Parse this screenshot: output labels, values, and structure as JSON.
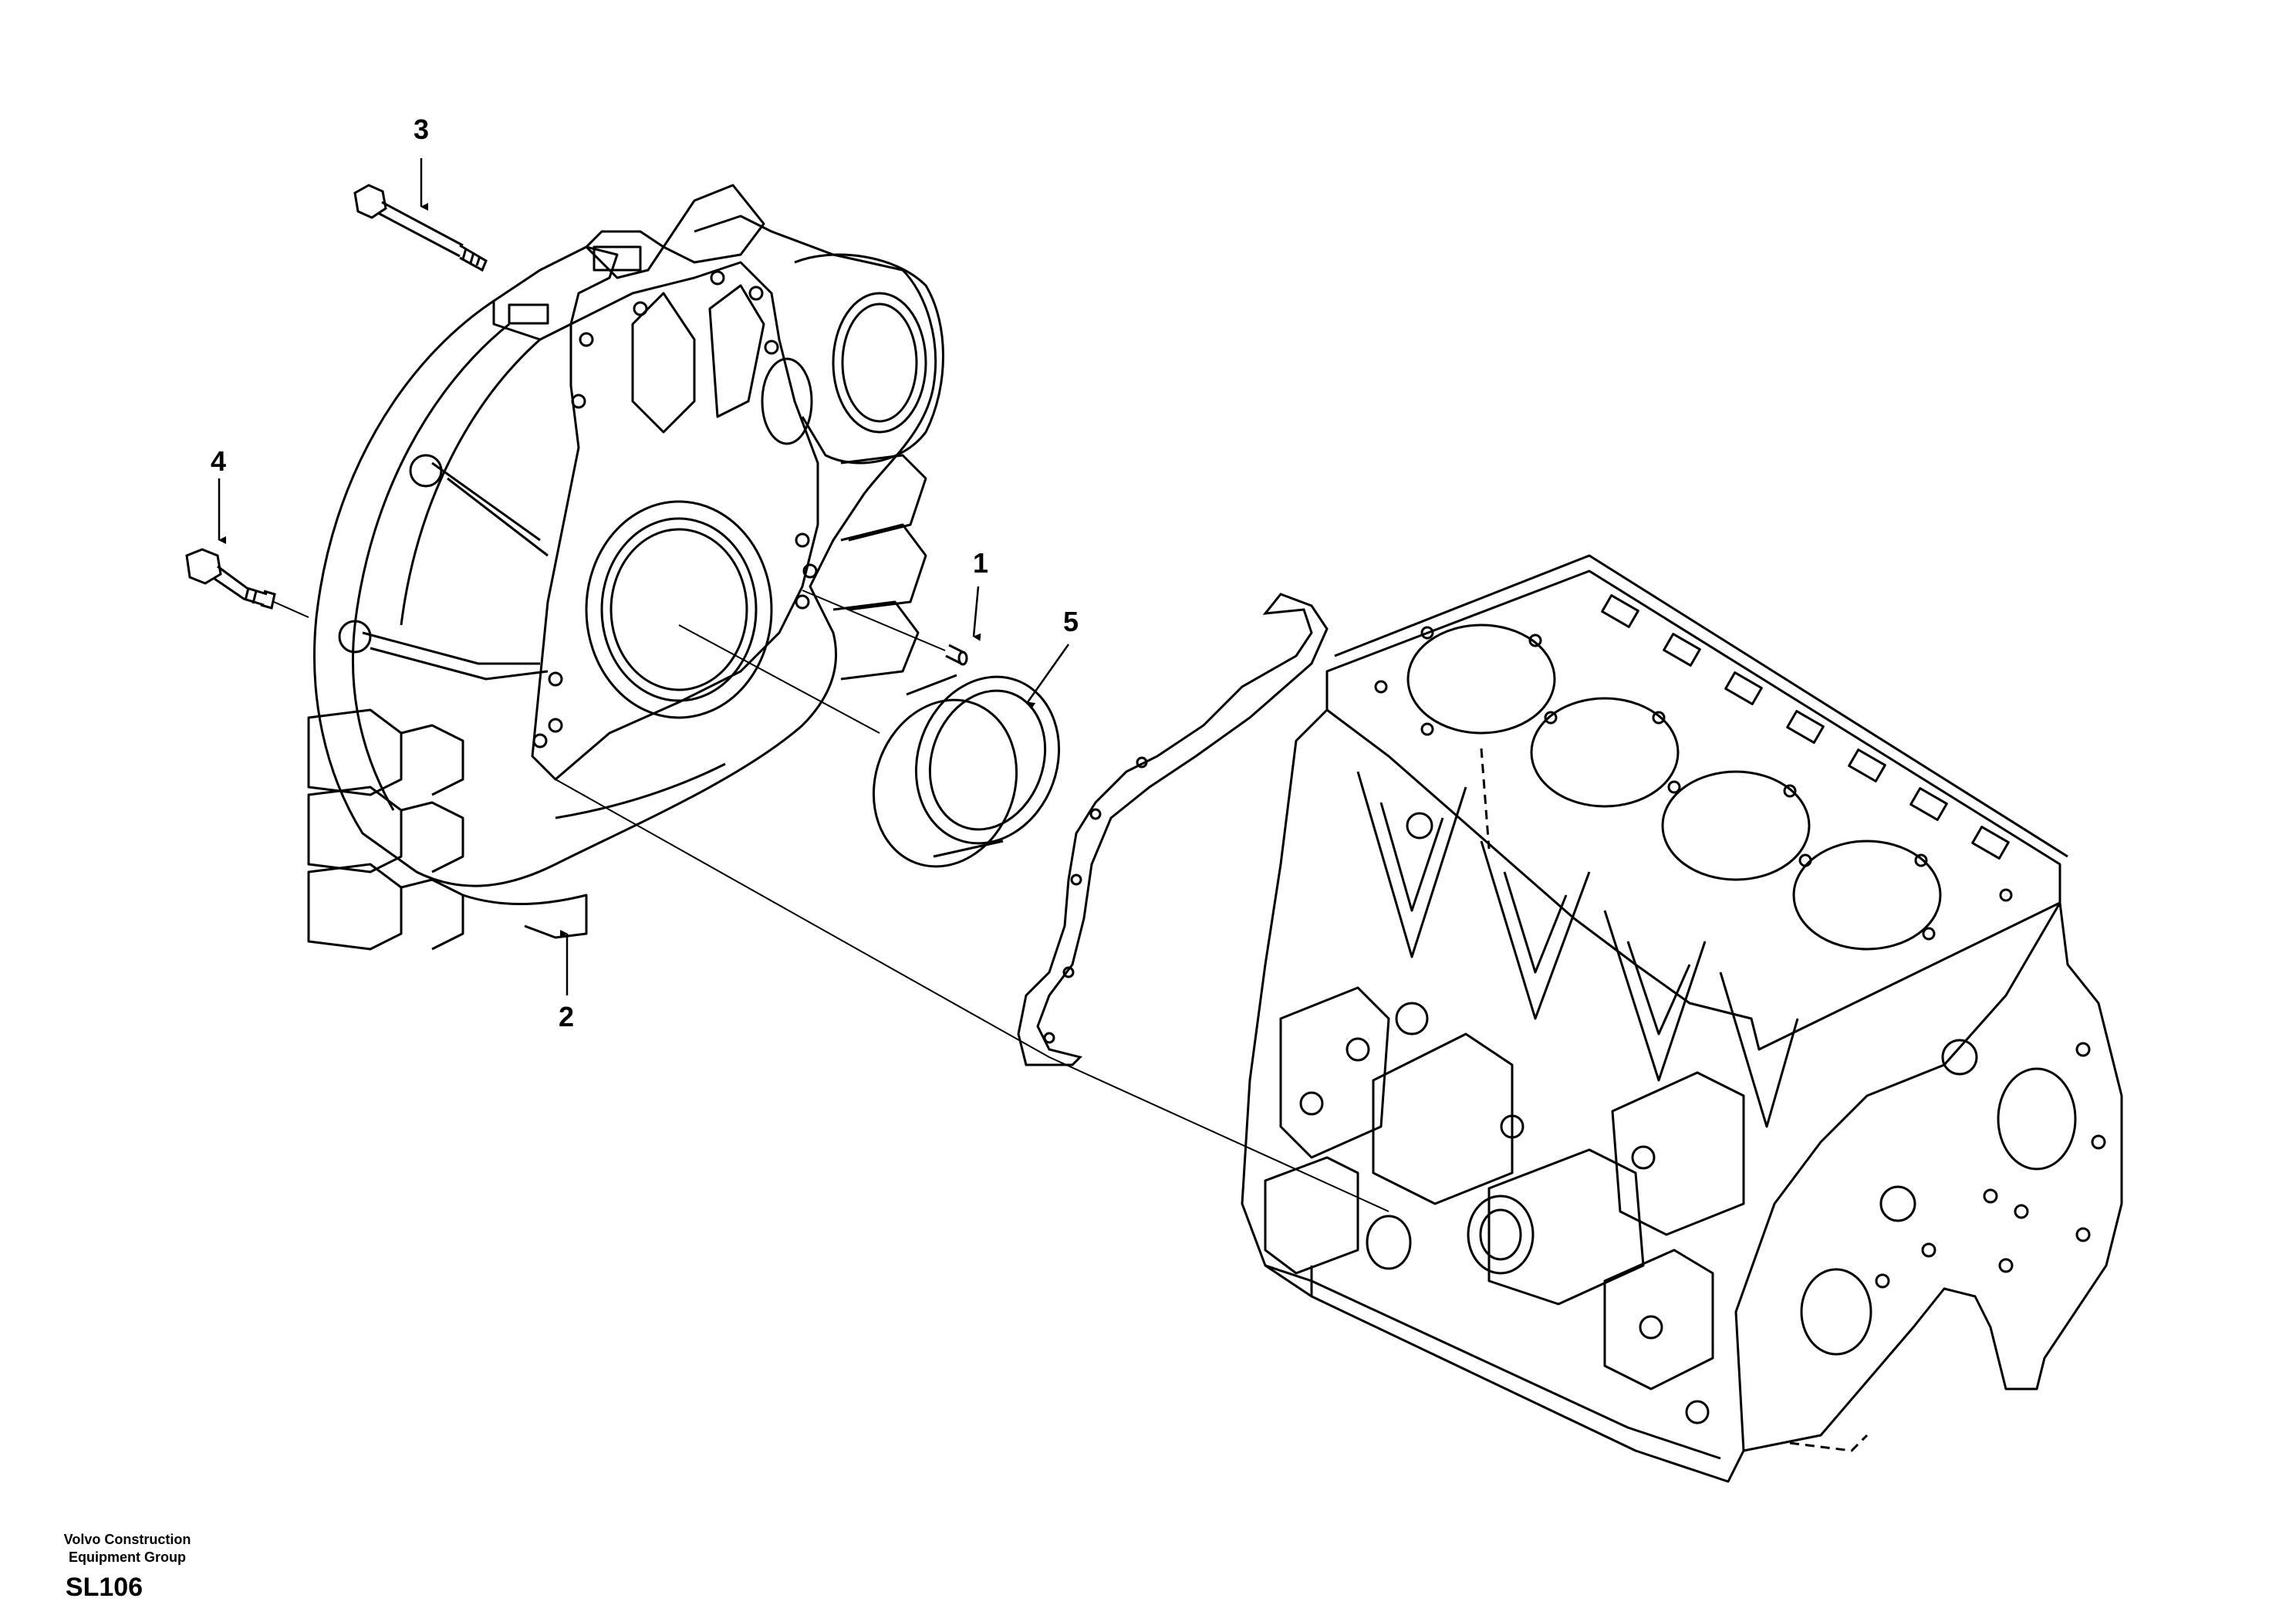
{
  "callouts": {
    "c1": "1",
    "c2": "2",
    "c3": "3",
    "c4": "4",
    "c5": "5"
  },
  "footer": {
    "company_line1": "Volvo Construction",
    "company_line2": "Equipment Group",
    "sheet_code": "SL106"
  },
  "colors": {
    "line": "#000000",
    "background": "#ffffff"
  }
}
